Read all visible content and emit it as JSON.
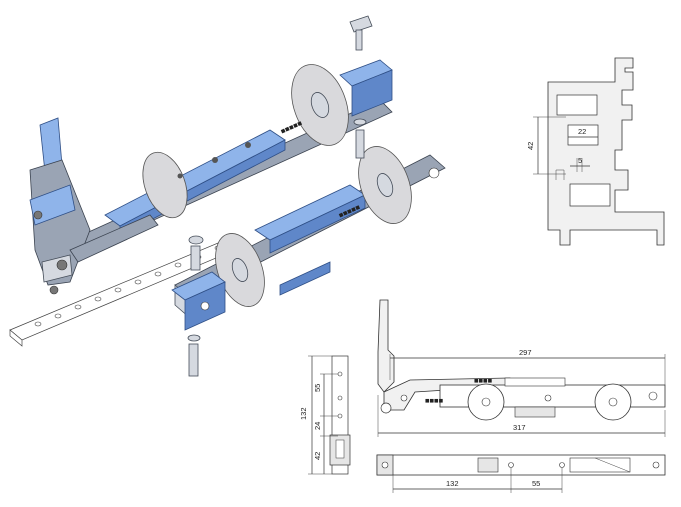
{
  "profile_dims": {
    "d42": "42",
    "d22": "22",
    "d5": "5"
  },
  "side_view_dims": {
    "d297": "297",
    "d317": "317"
  },
  "end_view_dims": {
    "d132": "132",
    "d55": "55",
    "d24": "24",
    "d42": "42"
  },
  "bottom_view_dims": {
    "d132": "132",
    "d55": "55"
  },
  "part_marks": {
    "arm": "■■■■",
    "carriage": "■■■■■"
  },
  "colors": {
    "accent_blue": "#8fb4ea",
    "part_grey": "#9aa4b4",
    "wheel": "#d9d9dc"
  }
}
